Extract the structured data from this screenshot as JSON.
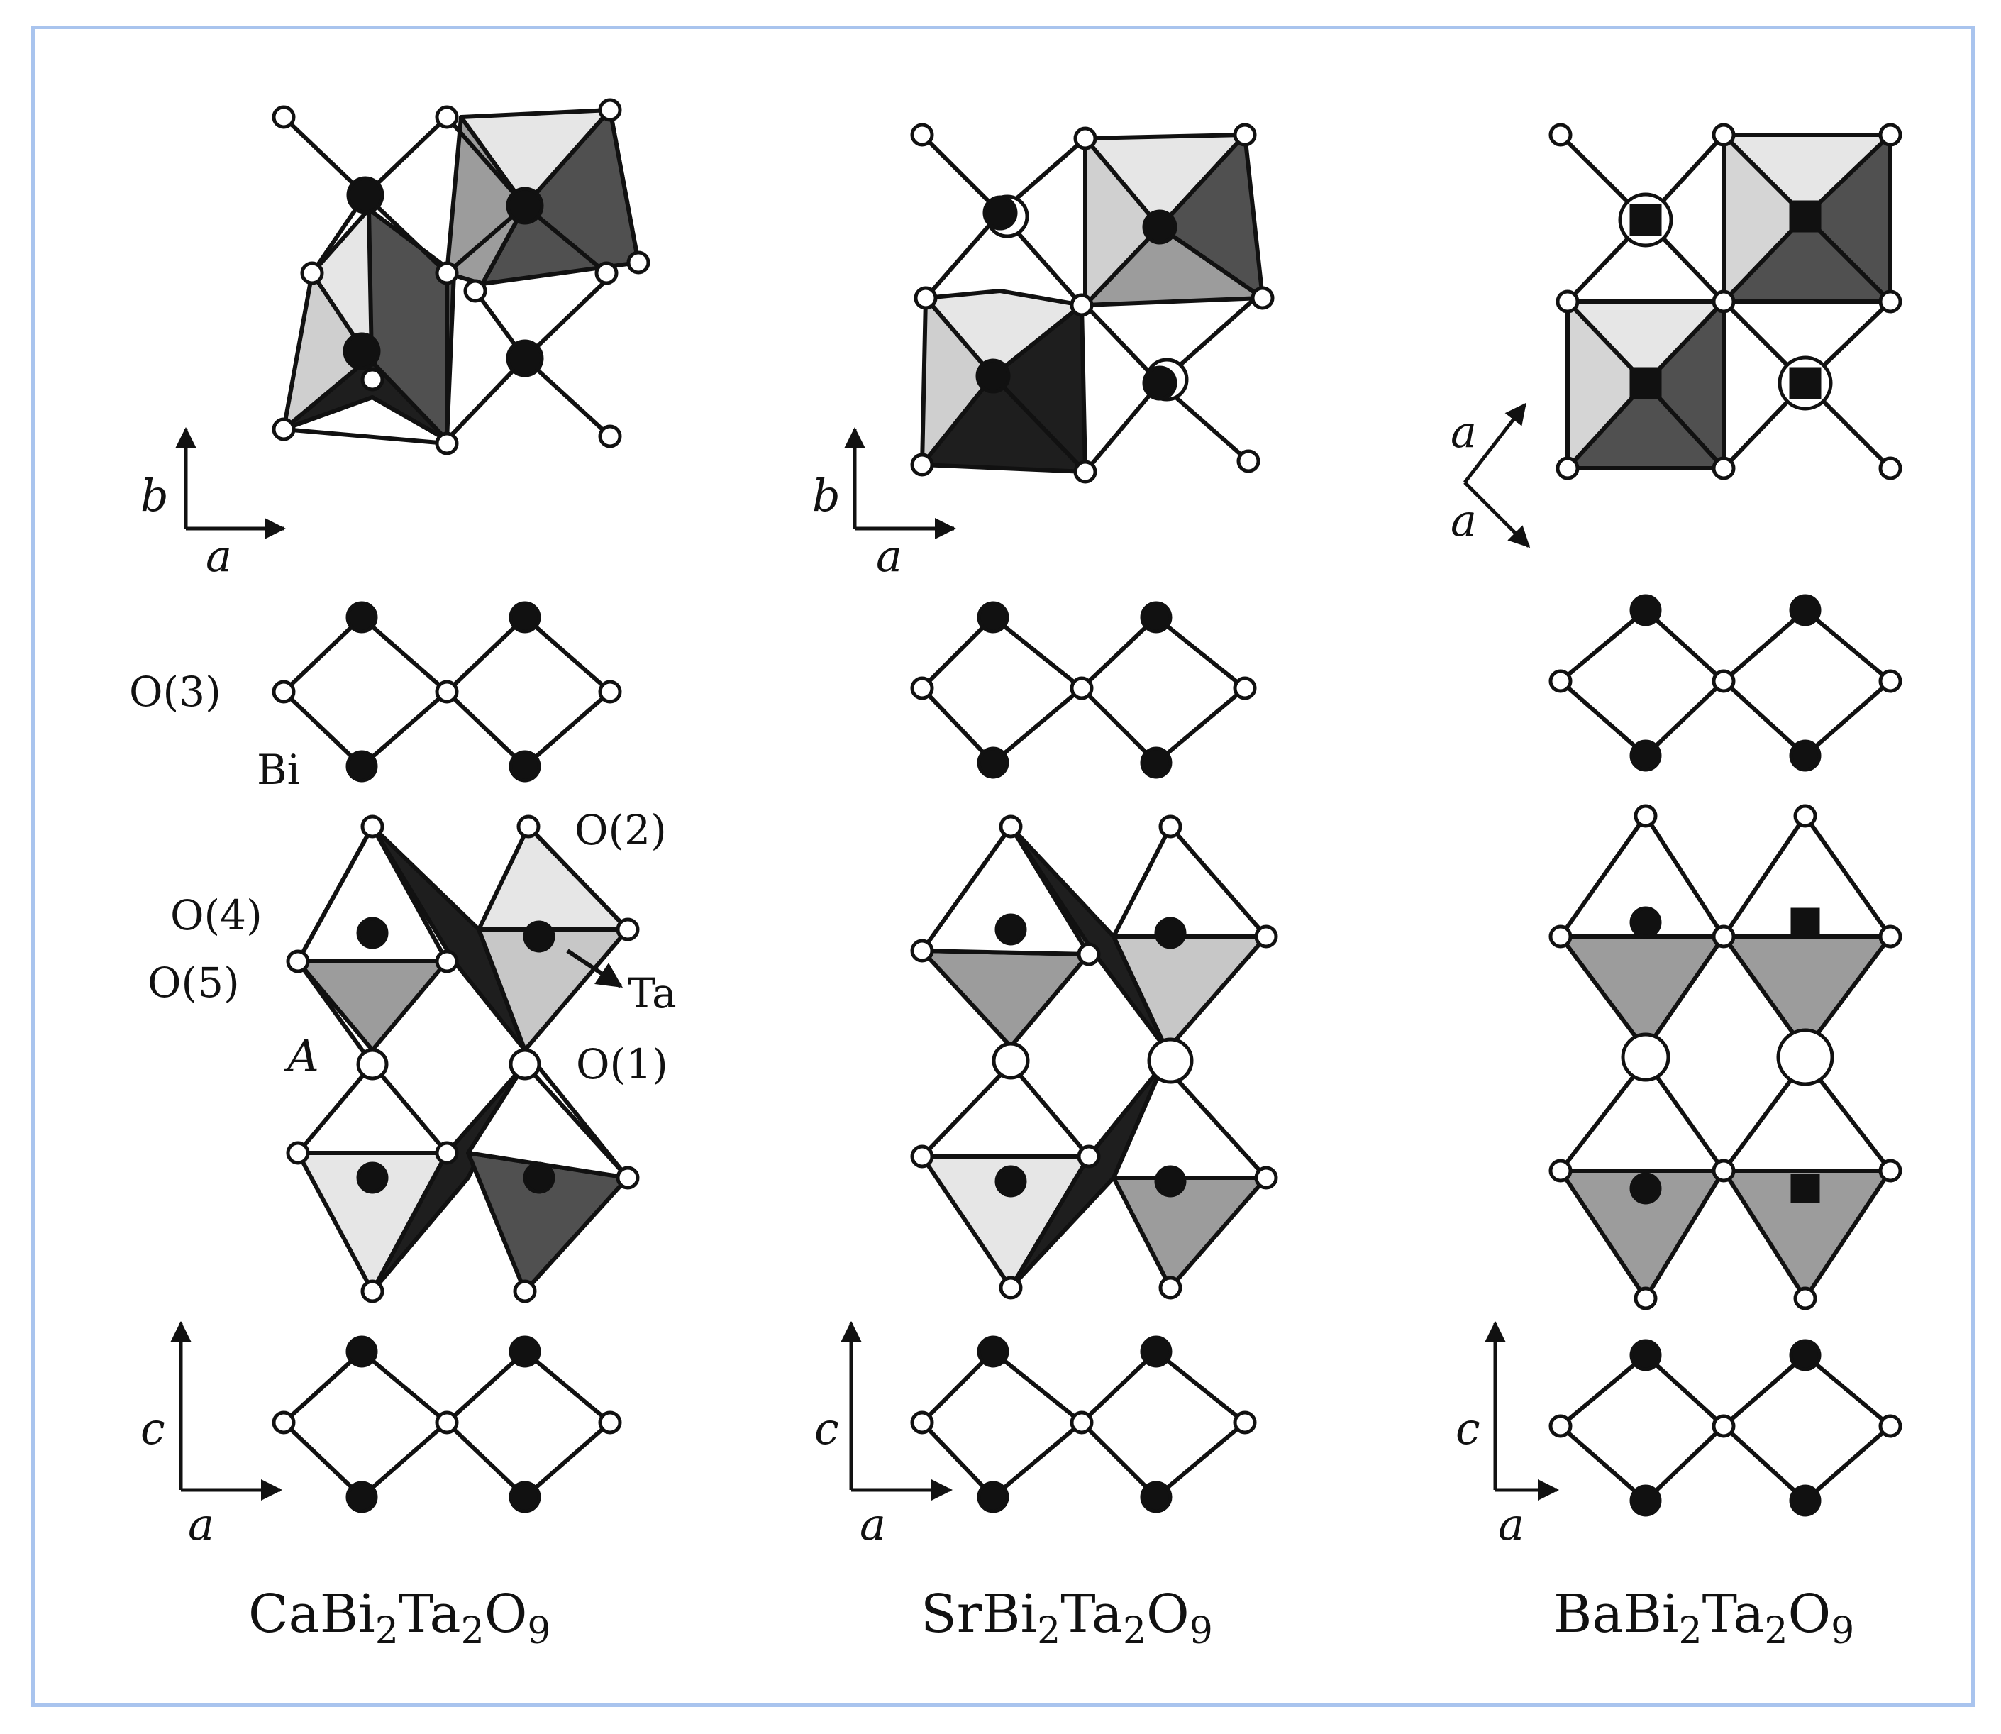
{
  "colors": {
    "frame": "#a9c4ee",
    "ink": "#111111",
    "face_light": "#e6e6e6",
    "face_mid": "#9c9c9c",
    "face_dark": "#505050",
    "face_black": "#1e1e1e"
  },
  "atom_labels": {
    "o3": "O(3)",
    "bi": "Bi",
    "o2": "O(2)",
    "o4": "O(4)",
    "o5": "O(5)",
    "ta": "Ta",
    "a_site": "A",
    "o1": "O(1)"
  },
  "axes": {
    "b": "b",
    "a": "a",
    "c": "c"
  },
  "compounds": [
    {
      "formula": [
        [
          "Ca",
          false
        ],
        [
          "Bi",
          false
        ],
        [
          "2",
          true
        ],
        [
          "Ta",
          false
        ],
        [
          "2",
          true
        ],
        [
          "O",
          false
        ],
        [
          "9",
          true
        ]
      ]
    },
    {
      "formula": [
        [
          "Sr",
          false
        ],
        [
          "Bi",
          false
        ],
        [
          "2",
          true
        ],
        [
          "Ta",
          false
        ],
        [
          "2",
          true
        ],
        [
          "O",
          false
        ],
        [
          "9",
          true
        ]
      ]
    },
    {
      "formula": [
        [
          "Ba",
          false
        ],
        [
          "Bi",
          false
        ],
        [
          "2",
          true
        ],
        [
          "Ta",
          false
        ],
        [
          "2",
          true
        ],
        [
          "O",
          false
        ],
        [
          "9",
          true
        ]
      ]
    }
  ]
}
